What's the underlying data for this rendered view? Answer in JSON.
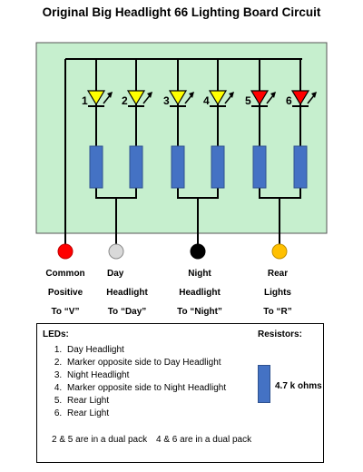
{
  "title": "Original Big Headlight 66 Lighting Board Circuit",
  "colors": {
    "board": "#c6efce",
    "yellow_led": "#ffff00",
    "red_led": "#ff0000",
    "resistor": "#4472c4",
    "terminal_common": "#ff0000",
    "terminal_day": "#d9d9d9",
    "terminal_night": "#000000",
    "terminal_rear": "#ffc000"
  },
  "leds": [
    {
      "number": "1",
      "color": "yellow"
    },
    {
      "number": "2",
      "color": "yellow"
    },
    {
      "number": "3",
      "color": "yellow"
    },
    {
      "number": "4",
      "color": "yellow"
    },
    {
      "number": "5",
      "color": "red"
    },
    {
      "number": "6",
      "color": "red"
    }
  ],
  "terminals": [
    {
      "line1": "Common",
      "line2": "Positive",
      "line3": "To “V”"
    },
    {
      "line1": "Day",
      "line2": "Headlight",
      "line3": "To “Day”"
    },
    {
      "line1": "Night",
      "line2": "Headlight",
      "line3": "To “Night”"
    },
    {
      "line1": "Rear",
      "line2": "Lights",
      "line3": "To “R”"
    }
  ],
  "legend": {
    "leds_title": "LEDs:",
    "resistors_title": "Resistors:",
    "items": [
      "Day Headlight",
      "Marker opposite side to Day Headlight",
      "Night Headlight",
      "Marker opposite side to Night Headlight",
      "Rear Light",
      "Rear Light"
    ],
    "resistor_value": "4.7 k ohms",
    "pack_note_a": "2 & 5 are in a dual pack",
    "pack_note_b": "4 & 6 are in a dual pack"
  }
}
